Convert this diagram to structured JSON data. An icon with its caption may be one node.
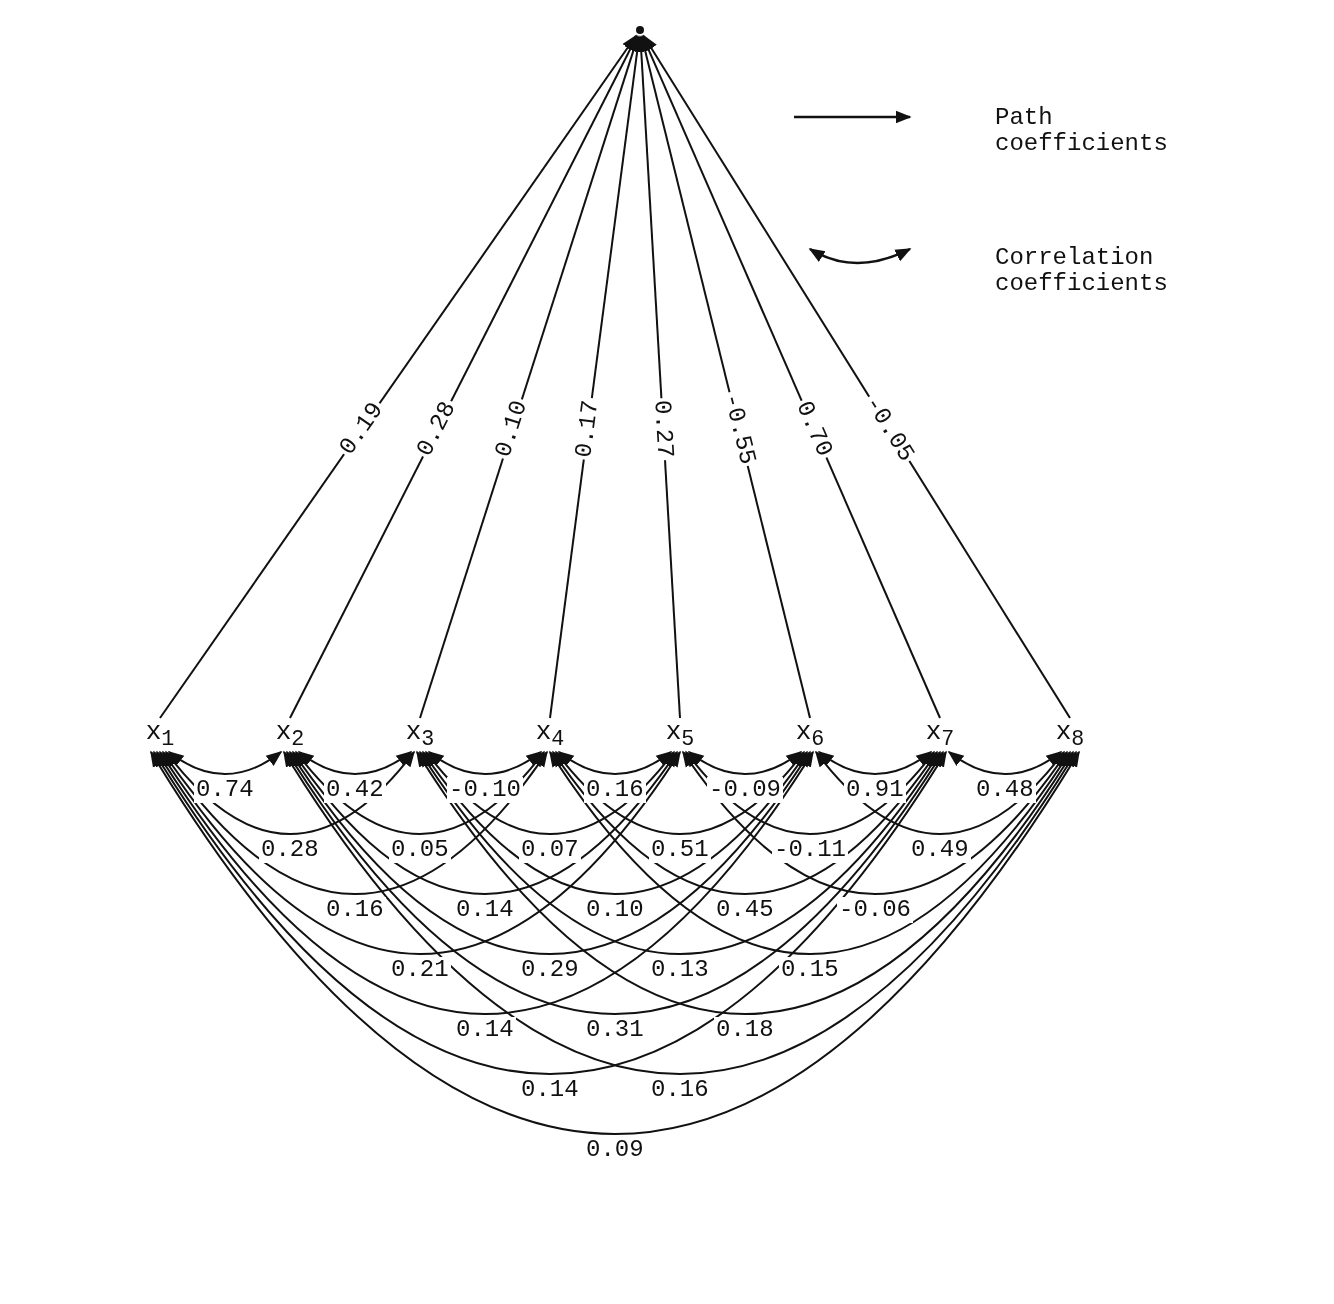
{
  "diagram": {
    "nodes": [
      {
        "text": [],
        "shape": "circle"
      },
      {
        "text": [
          "x$_{1}$"
        ]
      },
      {
        "text": [
          "x$_{2}$"
        ]
      },
      {
        "text": [
          "x$_{3}$"
        ]
      },
      {
        "text": [
          "x$_{4}$"
        ]
      },
      {
        "text": [
          "x$_{5}$"
        ]
      },
      {
        "text": [
          "x$_{6}$"
        ]
      },
      {
        "text": [
          "x$_{7}$"
        ]
      },
      {
        "text": [
          "x$_{8}$"
        ]
      }
    ],
    "edges": [
      {
        "from": 1,
        "to": 0,
        "arrow": "to",
        "label": "0.19"
      },
      {
        "from": 2,
        "to": 0,
        "arrow": "to",
        "label": "0.28"
      },
      {
        "from": 3,
        "to": 0,
        "arrow": "to",
        "label": "0.10"
      },
      {
        "from": 4,
        "to": 0,
        "arrow": "to",
        "label": "0.17"
      },
      {
        "from": 5,
        "to": 0,
        "arrow": "to",
        "label": "0.27"
      },
      {
        "from": 6,
        "to": 0,
        "arrow": "to",
        "label": "-0.55"
      },
      {
        "from": 7,
        "to": 0,
        "arrow": "to",
        "label": "0.70"
      },
      {
        "from": 8,
        "to": 0,
        "arrow": "to",
        "label": "-0.05"
      },
      {
        "from": 1,
        "to": 2,
        "arrow": "both",
        "label": "0.74"
      },
      {
        "from": 2,
        "to": 3,
        "arrow": "both",
        "label": "0.42"
      },
      {
        "from": 3,
        "to": 4,
        "arrow": "both",
        "label": "-0.10"
      },
      {
        "from": 4,
        "to": 5,
        "arrow": "both",
        "label": "0.16"
      },
      {
        "from": 5,
        "to": 6,
        "arrow": "both",
        "label": "-0.09"
      },
      {
        "from": 6,
        "to": 7,
        "arrow": "both",
        "label": "0.91"
      },
      {
        "from": 7,
        "to": 8,
        "arrow": "both",
        "label": "0.48"
      },
      {
        "from": 1,
        "to": 3,
        "arrow": "both",
        "label": "0.28"
      },
      {
        "from": 2,
        "to": 4,
        "arrow": "both",
        "label": "0.05"
      },
      {
        "from": 3,
        "to": 5,
        "arrow": "both",
        "label": "0.07"
      },
      {
        "from": 4,
        "to": 6,
        "arrow": "both",
        "label": "0.51"
      },
      {
        "from": 5,
        "to": 7,
        "arrow": "both",
        "label": "-0.11"
      },
      {
        "from": 6,
        "to": 8,
        "arrow": "both",
        "label": "0.49"
      },
      {
        "from": 1,
        "to": 4,
        "arrow": "both",
        "label": "0.16"
      },
      {
        "from": 2,
        "to": 5,
        "arrow": "both",
        "label": "0.14"
      },
      {
        "from": 3,
        "to": 6,
        "arrow": "both",
        "label": "0.10"
      },
      {
        "from": 4,
        "to": 7,
        "arrow": "both",
        "label": "0.45"
      },
      {
        "from": 5,
        "to": 8,
        "arrow": "both",
        "label": "-0.06"
      },
      {
        "from": 1,
        "to": 5,
        "arrow": "both",
        "label": "0.21"
      },
      {
        "from": 2,
        "to": 6,
        "arrow": "both",
        "label": "0.29"
      },
      {
        "from": 3,
        "to": 7,
        "arrow": "both",
        "label": "0.13"
      },
      {
        "from": 4,
        "to": 8,
        "arrow": "both",
        "label": "0.15"
      },
      {
        "from": 1,
        "to": 6,
        "arrow": "both",
        "label": "0.14"
      },
      {
        "from": 2,
        "to": 7,
        "arrow": "both",
        "label": "0.31"
      },
      {
        "from": 3,
        "to": 8,
        "arrow": "both",
        "label": "0.18"
      },
      {
        "from": 1,
        "to": 7,
        "arrow": "both",
        "label": "0.14"
      },
      {
        "from": 2,
        "to": 8,
        "arrow": "both",
        "label": "0.16"
      },
      {
        "from": 1,
        "to": 8,
        "arrow": "both",
        "label": "0.09"
      }
    ],
    "legend": [
      {
        "text": "Path coefficients"
      },
      {
        "text": "Correlation coefficients"
      }
    ]
  }
}
